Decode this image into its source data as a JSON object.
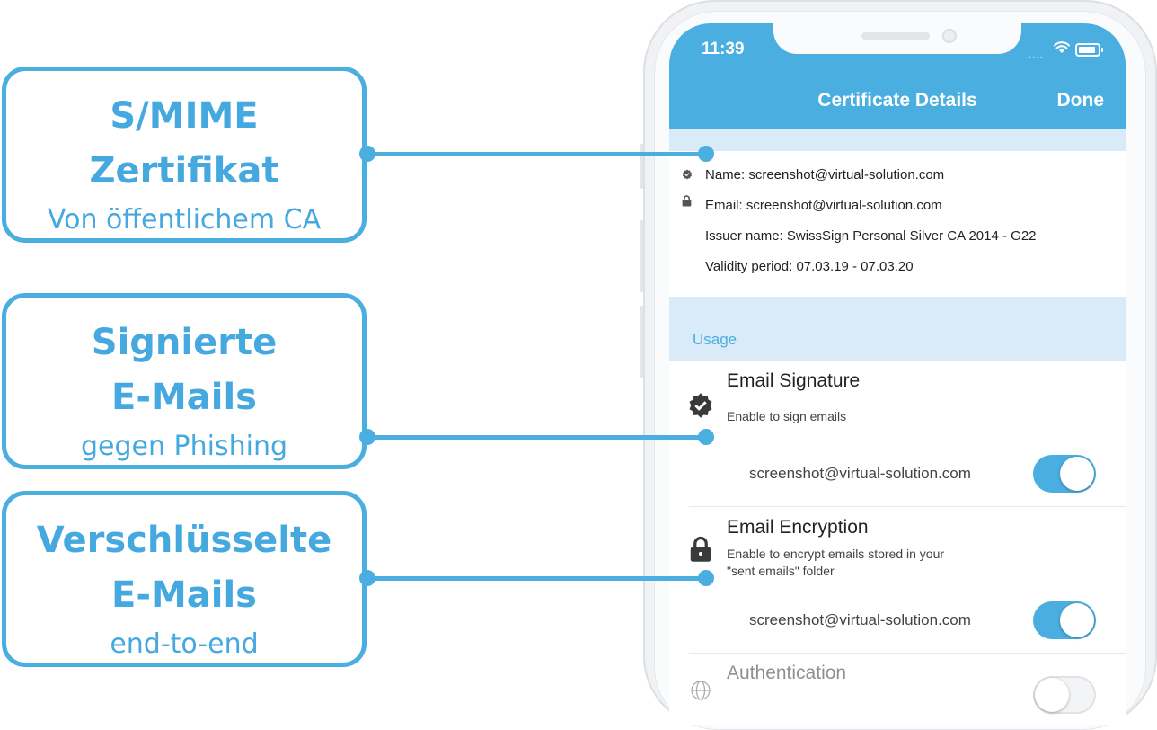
{
  "callouts": [
    {
      "title_line1": "S/MIME",
      "title_line2": "Zertifikat",
      "subtitle": "Von öffentlichem CA"
    },
    {
      "title_line1": "Signierte",
      "title_line2": "E-Mails",
      "subtitle": "gegen Phishing"
    },
    {
      "title_line1": "Verschlüsselte",
      "title_line2": "E-Mails",
      "subtitle": "end-to-end"
    }
  ],
  "status_bar": {
    "time": "11:39",
    "signal": "....",
    "wifi_icon": "wifi-icon",
    "battery_icon": "battery-icon"
  },
  "nav": {
    "title": "Certificate Details",
    "done_label": "Done"
  },
  "certificate": {
    "name": "Name: screenshot@virtual-solution.com",
    "email": "Email: screenshot@virtual-solution.com",
    "issuer": "Issuer name: SwissSign Personal Silver CA 2014 - G22",
    "validity": "Validity period: 07.03.19 - 07.03.20",
    "name_icon": "verified-badge-icon",
    "email_icon": "lock-icon"
  },
  "usage": {
    "label": "Usage",
    "items": [
      {
        "title": "Email Signature",
        "subtitle": "Enable to sign emails",
        "email": "screenshot@virtual-solution.com",
        "enabled": true,
        "icon": "verified-badge-icon"
      },
      {
        "title": "Email Encryption",
        "subtitle_line1": "Enable to encrypt emails stored in your",
        "subtitle_line2": "\"sent emails\" folder",
        "email": "screenshot@virtual-solution.com",
        "enabled": true,
        "icon": "lock-icon"
      },
      {
        "title": "Authentication",
        "enabled": false,
        "icon": "globe-www-icon"
      }
    ]
  },
  "colors": {
    "accent": "#4aaee0",
    "band": "#d9ebf8"
  }
}
